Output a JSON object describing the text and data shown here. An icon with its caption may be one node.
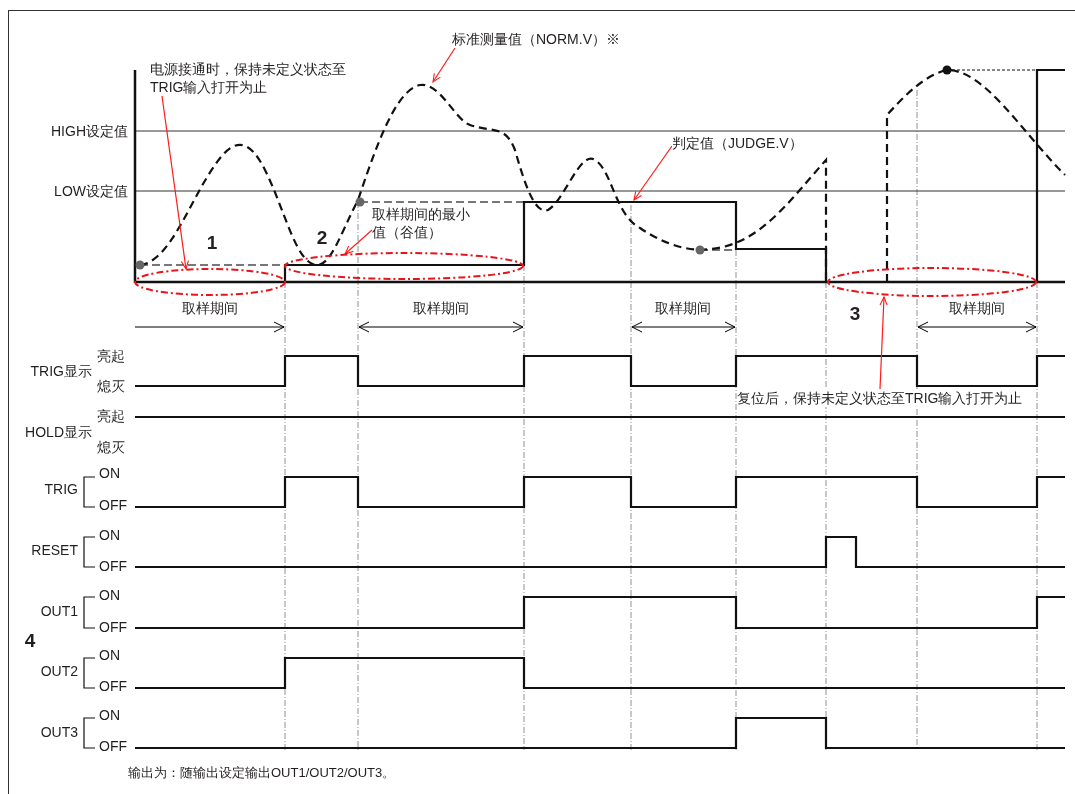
{
  "diagram": {
    "nodes": [
      {
        "text": [
          "电源接通时，保持未定义状态至TRIG输入打开为止"
        ]
      },
      {
        "text": [
          "标准测量值（NORM.V）※"
        ]
      },
      {
        "text": [
          "取样期间的最小值（谷值）"
        ]
      },
      {
        "text": [
          "判定值（JUDGE.V）"
        ]
      },
      {
        "text": [
          "复位后，保持未定义状态至TRIG输入打开为止"
        ]
      },
      {
        "text": [],
        "shape": "ellipse"
      },
      {
        "text": [],
        "shape": "ellipse"
      },
      {
        "text": [],
        "shape": "ellipse"
      }
    ],
    "edges": [
      {
        "from": 0,
        "to": 5,
        "arrow": "to"
      },
      {
        "from": 1,
        "to": null,
        "arrow": "to"
      },
      {
        "from": 2,
        "to": 6,
        "arrow": "to"
      },
      {
        "from": 3,
        "to": null,
        "arrow": "to"
      },
      {
        "from": 4,
        "to": 7,
        "arrow": "to"
      }
    ],
    "labels": [
      "HIGH设定值",
      "LOW设定值",
      "1",
      "2",
      "取样期间",
      "取样期间",
      "取样期间",
      "3",
      "取样期间",
      "TRIG显示",
      "亮起",
      "熄灭",
      "HOLD显示",
      "亮起",
      "熄灭",
      "TRIG",
      "ON",
      "OFF",
      "RESET",
      "ON",
      "OFF",
      "OUT1",
      "ON",
      "OFF",
      "4",
      "OUT2",
      "ON",
      "OFF",
      "OUT3",
      "ON",
      "OFF",
      "输出为：随输出设定输出OUT1/OUT2/OUT3。"
    ]
  }
}
